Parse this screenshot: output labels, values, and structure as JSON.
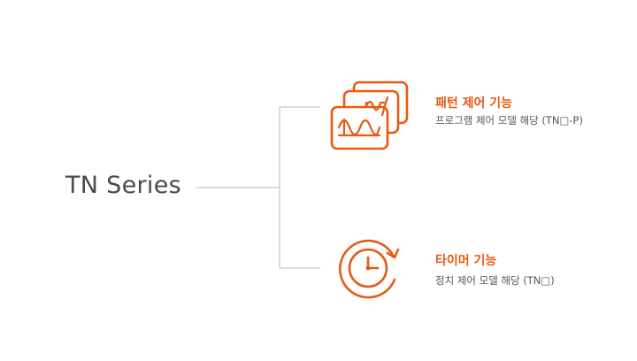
{
  "root": {
    "label": "TN Series"
  },
  "features": [
    {
      "title": "패턴 제어 기능",
      "description": "프로그램 제어 모델 해당 (TN□-P)",
      "icon": "pattern-waveform-icon"
    },
    {
      "title": "타이머 기능",
      "description": "정치 제어 모델 해당 (TN□)",
      "icon": "timer-clock-icon"
    }
  ],
  "colors": {
    "accent": "#e85a12",
    "connector": "#c8c8c8",
    "root_text": "#4a4a4a",
    "desc_text": "#555555"
  }
}
